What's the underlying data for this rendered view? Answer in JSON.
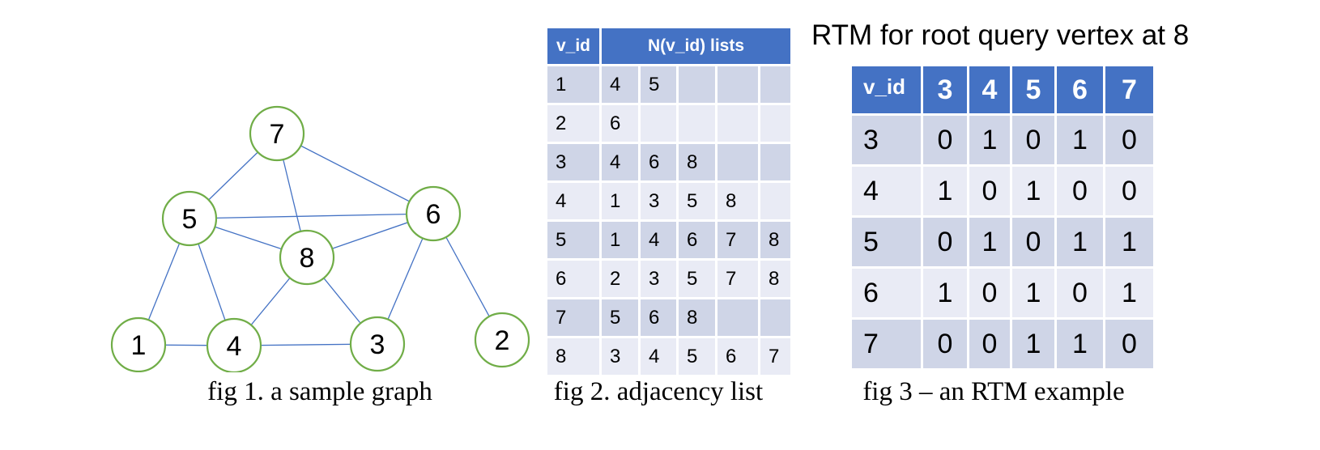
{
  "graph": {
    "nodes": [
      {
        "id": "1",
        "label": "1"
      },
      {
        "id": "2",
        "label": "2"
      },
      {
        "id": "3",
        "label": "3"
      },
      {
        "id": "4",
        "label": "4"
      },
      {
        "id": "5",
        "label": "5"
      },
      {
        "id": "6",
        "label": "6"
      },
      {
        "id": "7",
        "label": "7"
      },
      {
        "id": "8",
        "label": "8"
      }
    ],
    "edges": [
      [
        "7",
        "5"
      ],
      [
        "7",
        "8"
      ],
      [
        "7",
        "6"
      ],
      [
        "5",
        "6"
      ],
      [
        "5",
        "8"
      ],
      [
        "5",
        "1"
      ],
      [
        "5",
        "4"
      ],
      [
        "8",
        "6"
      ],
      [
        "8",
        "4"
      ],
      [
        "8",
        "3"
      ],
      [
        "6",
        "3"
      ],
      [
        "6",
        "2"
      ],
      [
        "1",
        "4"
      ],
      [
        "4",
        "3"
      ]
    ],
    "node_stroke_color": "#70ad47",
    "edge_color": "#4472c4"
  },
  "captions": {
    "fig1": "fig 1. a sample graph",
    "fig2": "fig 2. adjacency list",
    "fig3": "fig 3 – an RTM example"
  },
  "adjacency": {
    "headers": [
      "v_id",
      "N(v_id) lists"
    ],
    "rows": [
      {
        "vid": "1",
        "neighbors": [
          "4",
          "5",
          "",
          "",
          ""
        ]
      },
      {
        "vid": "2",
        "neighbors": [
          "6",
          "",
          "",
          "",
          ""
        ]
      },
      {
        "vid": "3",
        "neighbors": [
          "4",
          "6",
          "8",
          "",
          ""
        ]
      },
      {
        "vid": "4",
        "neighbors": [
          "1",
          "3",
          "5",
          "8",
          ""
        ]
      },
      {
        "vid": "5",
        "neighbors": [
          "1",
          "4",
          "6",
          "7",
          "8"
        ]
      },
      {
        "vid": "6",
        "neighbors": [
          "2",
          "3",
          "5",
          "7",
          "8"
        ]
      },
      {
        "vid": "7",
        "neighbors": [
          "5",
          "6",
          "8",
          "",
          ""
        ]
      },
      {
        "vid": "8",
        "neighbors": [
          "3",
          "4",
          "5",
          "6",
          "7"
        ]
      }
    ]
  },
  "rtm": {
    "title": "RTM for root query vertex at 8",
    "headers": [
      "v_id",
      "3",
      "4",
      "5",
      "6",
      "7"
    ],
    "rows": [
      {
        "vid": "3",
        "values": [
          "0",
          "1",
          "0",
          "1",
          "0"
        ]
      },
      {
        "vid": "4",
        "values": [
          "1",
          "0",
          "1",
          "0",
          "0"
        ]
      },
      {
        "vid": "5",
        "values": [
          "0",
          "1",
          "0",
          "1",
          "1"
        ]
      },
      {
        "vid": "6",
        "values": [
          "1",
          "0",
          "1",
          "0",
          "1"
        ]
      },
      {
        "vid": "7",
        "values": [
          "0",
          "0",
          "1",
          "1",
          "0"
        ]
      }
    ]
  },
  "colors": {
    "header_bg": "#4472c4",
    "row_dark": "#cfd5e7",
    "row_light": "#e9ebf5"
  }
}
